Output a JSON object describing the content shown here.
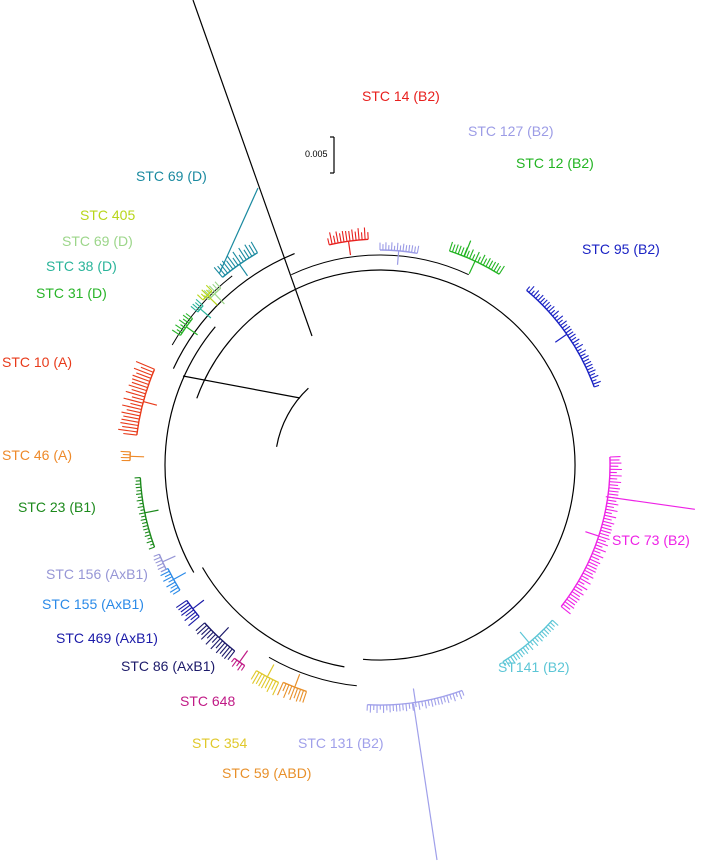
{
  "figure": {
    "scale_bar_label": "0.005",
    "clades": [
      {
        "label": "STC 14 (B2)",
        "color": "#e8201e"
      },
      {
        "label": "STC 127 (B2)",
        "color": "#9c9ce6"
      },
      {
        "label": "STC 12 (B2)",
        "color": "#22b422"
      },
      {
        "label": "STC 95 (B2)",
        "color": "#1a22c4"
      },
      {
        "label": "STC 73 (B2)",
        "color": "#ee22e6"
      },
      {
        "label": "ST141 (B2)",
        "color": "#5cc6d6"
      },
      {
        "label": "STC 131 (B2)",
        "color": "#a0a0ea"
      },
      {
        "label": "STC 59 (ABD)",
        "color": "#e8902a"
      },
      {
        "label": "STC 354",
        "color": "#e0c82a"
      },
      {
        "label": "STC 648",
        "color": "#c01a86"
      },
      {
        "label": "STC 86 (AxB1)",
        "color": "#1c1a6a"
      },
      {
        "label": "STC 469 (AxB1)",
        "color": "#1a1aa8"
      },
      {
        "label": "STC 155 (AxB1)",
        "color": "#2a8ae8"
      },
      {
        "label": "STC 156 (AxB1)",
        "color": "#9696d6"
      },
      {
        "label": "STC 23 (B1)",
        "color": "#1c8a1c"
      },
      {
        "label": "STC 46 (A)",
        "color": "#ee8a2a"
      },
      {
        "label": "STC 10 (A)",
        "color": "#e83a1a"
      },
      {
        "label": "STC 31 (D)",
        "color": "#28b428"
      },
      {
        "label": "STC 38 (D)",
        "color": "#2ab49a"
      },
      {
        "label": "STC 69 (D)",
        "color": "#9cd68a"
      },
      {
        "label": "STC 405",
        "color": "#b8d61a"
      },
      {
        "label": "STC 69 (D)",
        "color": "#1a8aa0"
      }
    ]
  }
}
